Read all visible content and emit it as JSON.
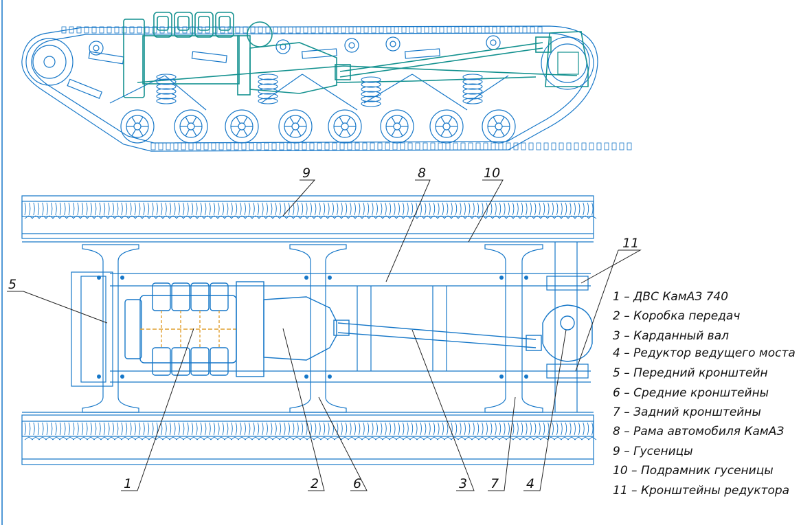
{
  "colors": {
    "line": "#1677c8",
    "assembly": "#13918f",
    "accent": "#e0a030",
    "leader": "#222222",
    "text": "#111111"
  },
  "callouts": [
    {
      "id": "1",
      "text": "1"
    },
    {
      "id": "2",
      "text": "2"
    },
    {
      "id": "3",
      "text": "3"
    },
    {
      "id": "4",
      "text": "4"
    },
    {
      "id": "5",
      "text": "5"
    },
    {
      "id": "6",
      "text": "6"
    },
    {
      "id": "7",
      "text": "7"
    },
    {
      "id": "8",
      "text": "8"
    },
    {
      "id": "9",
      "text": "9"
    },
    {
      "id": "10",
      "text": "10"
    },
    {
      "id": "11",
      "text": "11"
    }
  ],
  "legend": [
    "1 – ДВС КамАЗ 740",
    "2 – Коробка передач",
    "3 – Карданный вал",
    "4 – Редуктор ведущего моста",
    "5 – Передний кронштейн",
    "6 – Средние кронштейны",
    "7 – Задний кронштейны",
    "8 – Рама автомобиля КамАЗ",
    "9 – Гусеницы",
    "10 – Подрамник гусеницы",
    "11 – Кронштейны редуктора"
  ]
}
